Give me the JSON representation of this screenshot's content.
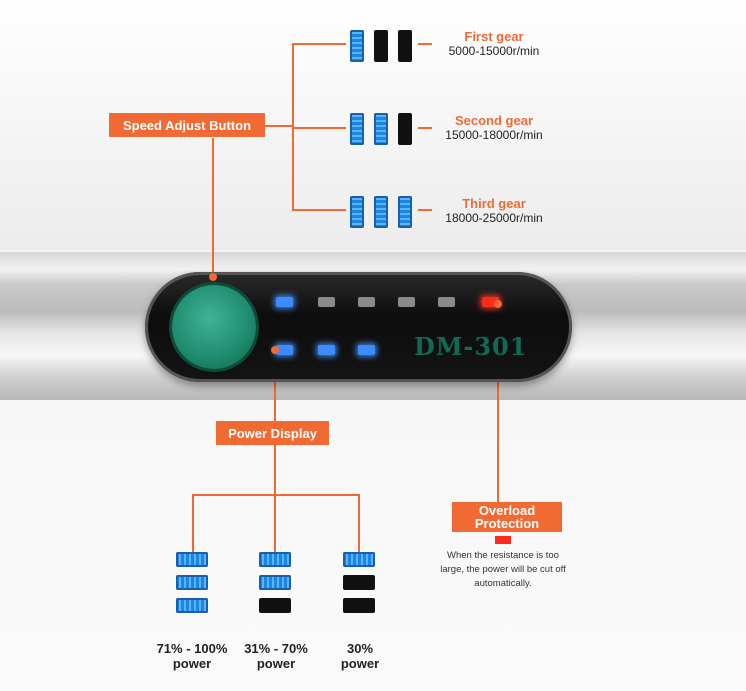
{
  "labels": {
    "speed_adjust": "Speed Adjust Button",
    "power_display": "Power Display",
    "overload": "Overload Protection",
    "model": "DM-301"
  },
  "gears": [
    {
      "name": "First gear",
      "rpm": "5000-15000r/min",
      "lit": 1
    },
    {
      "name": "Second gear",
      "rpm": "15000-18000r/min",
      "lit": 2
    },
    {
      "name": "Third gear",
      "rpm": "18000-25000r/min",
      "lit": 3
    }
  ],
  "power_levels": [
    {
      "range": "71% - 100%",
      "unit": "power",
      "lit": 3
    },
    {
      "range": "31% - 70%",
      "unit": "power",
      "lit": 2
    },
    {
      "range": "30%",
      "unit": "power",
      "lit": 1
    }
  ],
  "overload_description": "When the resistance is too large, the power will be cut off automatically.",
  "colors": {
    "accent": "#f26a33",
    "led_blue": "#3d8cff",
    "led_red": "#ff2b1a",
    "knob": "#1e8a6c"
  }
}
